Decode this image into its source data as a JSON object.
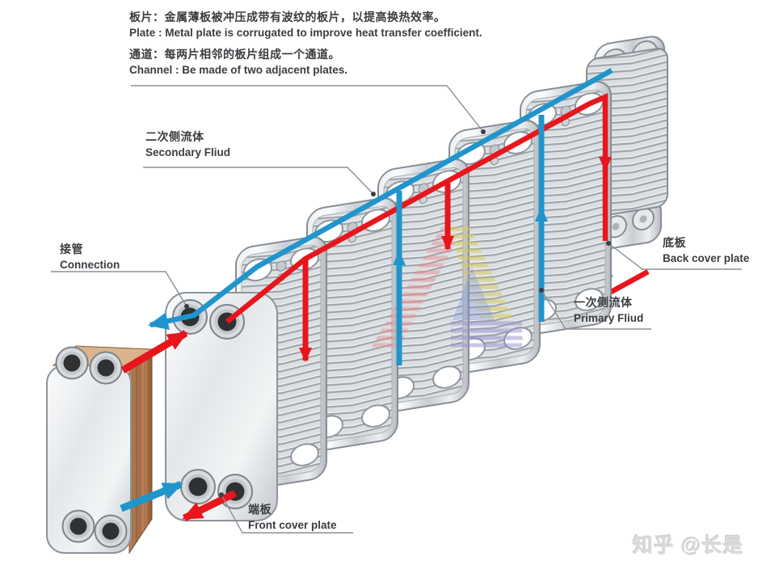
{
  "notes": {
    "plate": {
      "cn": "板片：金属薄板被冲压成带有波纹的板片，以提高换热效率。",
      "en": "Plate : Metal plate is corrugated to improve heat transfer coefficient."
    },
    "channel": {
      "cn": "通道：每两片相邻的板片组成一个通道。",
      "en": "Channel : Be made of two adjacent plates."
    }
  },
  "callouts": {
    "secondary_fluid": {
      "cn": "二次侧流体",
      "en": "Secondary Fliud"
    },
    "connection": {
      "cn": "接管",
      "en": "Connection"
    },
    "back_cover_plate": {
      "cn": "底板",
      "en": "Back cover plate"
    },
    "primary_fluid": {
      "cn": "一次侧流体",
      "en": "Primary Fliud"
    },
    "front_cover_plate": {
      "cn": "端板",
      "en": "Front cover plate"
    }
  },
  "watermark": {
    "text": "知乎 @长是",
    "color": "#dadada"
  },
  "colors": {
    "primary_flow": "#e8151d",
    "secondary_flow": "#2095cc",
    "leader_line": "#8a9095",
    "label_text": "#3a3d40",
    "steel_edge": "#878d94",
    "copper": "#a96f46"
  }
}
